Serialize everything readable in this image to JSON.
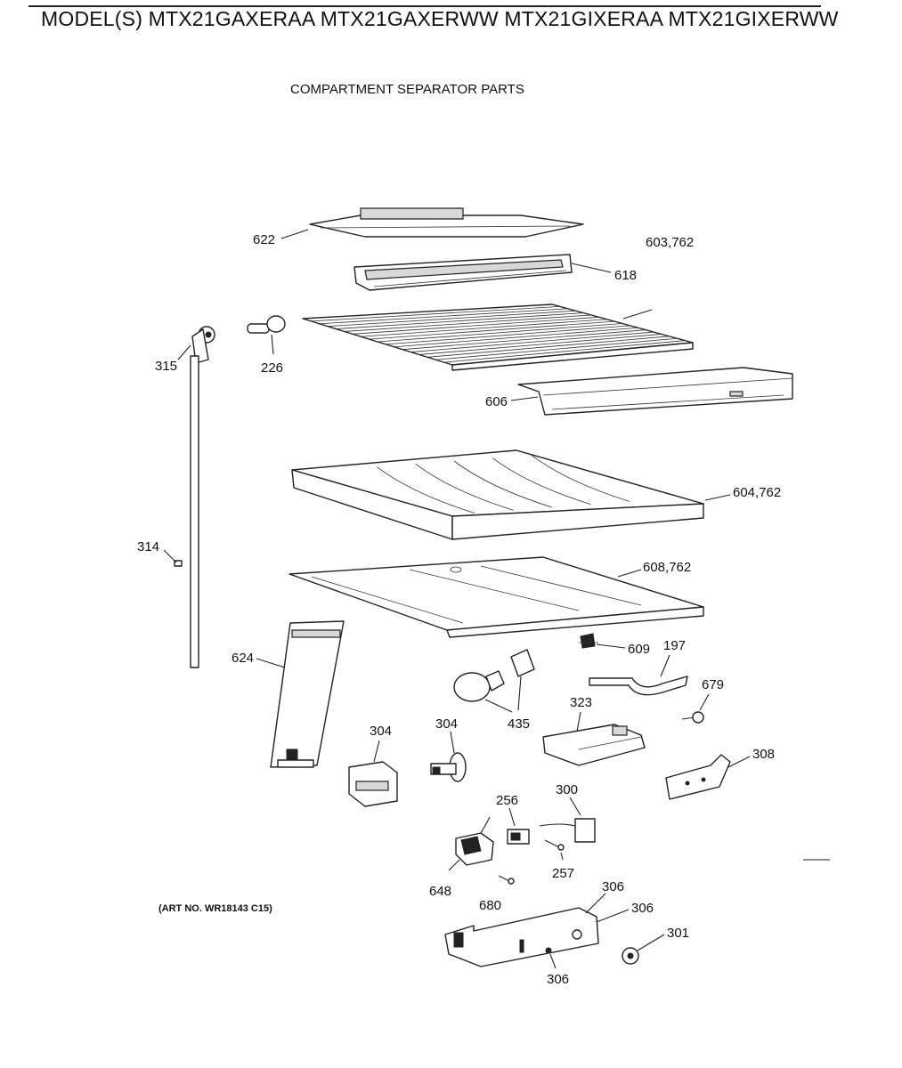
{
  "header": {
    "models": "MODEL(S) MTX21GAXERAA  MTX21GAXERWW  MTX21GIXERAA  MTX21GIXERWW"
  },
  "section_title": "COMPARTMENT SEPARATOR PARTS",
  "art_number": "(ART NO. WR18143 C15)",
  "callouts": {
    "c622": "622",
    "c618": "618",
    "c603": "603,762",
    "c315": "315",
    "c226": "226",
    "c606": "606",
    "c604": "604,762",
    "c314": "314",
    "c608": "608,762",
    "c624": "624",
    "c609": "609",
    "c197": "197",
    "c679": "679",
    "c435": "435",
    "c323": "323",
    "c304a": "304",
    "c304b": "304",
    "c308": "308",
    "c256": "256",
    "c300": "300",
    "c257": "257",
    "c648": "648",
    "c680": "680",
    "c306a": "306",
    "c306b": "306",
    "c306c": "306",
    "c301": "301"
  }
}
